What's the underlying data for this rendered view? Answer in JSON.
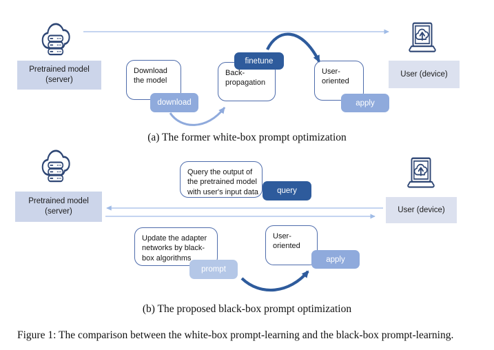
{
  "figure": {
    "caption": "Figure 1: The comparison between the white-box prompt-learning and the black-box prompt-learning."
  },
  "panel_a": {
    "caption": "(a) The former white-box prompt optimization",
    "server_label": "Pretrained model\n(server)",
    "user_label": "User (device)",
    "download_box": "Download\nthe model",
    "download_button": "download",
    "backprop_box": "Back-\npropagation",
    "finetune_button": "finetune",
    "user_oriented_box": "User-\noriented",
    "apply_button": "apply"
  },
  "panel_b": {
    "caption": "(b) The proposed black-box prompt optimization",
    "server_label": "Pretrained model\n(server)",
    "user_label": "User (device)",
    "query_box": "Query the output of\nthe pretrained model\nwith user's input data",
    "query_button": "query",
    "update_box": "Update the adapter\nnetworks by black-\nbox algorithms",
    "prompt_button": "prompt",
    "user_oriented_box": "User-\noriented",
    "apply_button": "apply"
  },
  "icons": {
    "server": "cloud-server-icon",
    "user": "laptop-upload-icon"
  },
  "colors": {
    "icon_stroke_navy": "#2e4674",
    "button_dark_blue": "#2e5b9c",
    "button_medium_blue": "#8faadc",
    "button_light_blue": "#b4c7e7",
    "server_label_bg": "#ccd5ea",
    "user_label_bg": "#dce1ef",
    "straight_arrow": "#b0c6ec",
    "curved_light_arrow": "#8faadc",
    "curved_dark_arrow": "#2e5b9c",
    "box_border": "#4d6bab"
  }
}
